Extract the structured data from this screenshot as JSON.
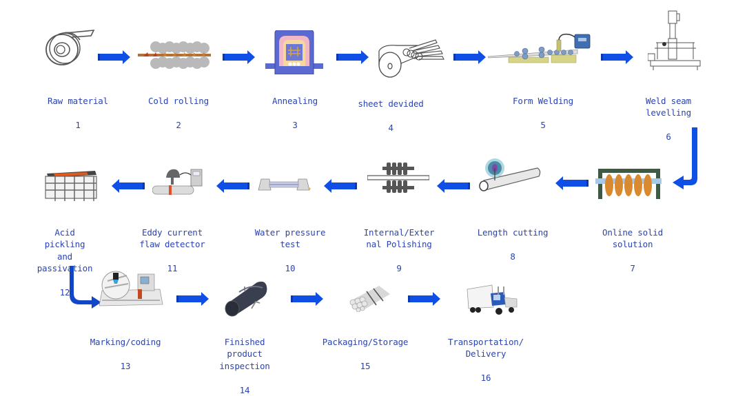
{
  "title": "Stainless steel welded pipe production process",
  "colors": {
    "arrow": "#0f4fe6",
    "label": "#2a44b0"
  },
  "steps": [
    {
      "num": "1",
      "label": "Raw material",
      "icon": "steel-coil-icon"
    },
    {
      "num": "2",
      "label": "Cold rolling",
      "icon": "cold-rolling-mill-icon"
    },
    {
      "num": "3",
      "label": "Annealing",
      "icon": "annealing-furnace-icon"
    },
    {
      "num": "4",
      "label": "sheet devided",
      "icon": "slitting-machine-icon"
    },
    {
      "num": "5",
      "label": "Form Welding",
      "icon": "forming-welding-machine-icon"
    },
    {
      "num": "6",
      "label": "Weld seam\nlevelling",
      "icon": "weld-levelling-machine-icon"
    },
    {
      "num": "7",
      "label": "Online solid\nsolution",
      "icon": "solution-furnace-icon"
    },
    {
      "num": "8",
      "label": "Length cutting",
      "icon": "cutting-saw-icon"
    },
    {
      "num": "9",
      "label": "Internal/Exter\nnal Polishing",
      "icon": "polishing-machine-icon"
    },
    {
      "num": "10",
      "label": "Water pressure\ntest",
      "icon": "hydro-test-machine-icon"
    },
    {
      "num": "11",
      "label": "Eddy current\nflaw detector",
      "icon": "eddy-current-detector-icon"
    },
    {
      "num": "12",
      "label": "Acid\npickling\nand\npassivation",
      "icon": "pickling-tank-icon"
    },
    {
      "num": "13",
      "label": "Marking/coding",
      "icon": "marking-machine-icon"
    },
    {
      "num": "14",
      "label": "Finished\nproduct\ninspection",
      "icon": "finished-pipe-icon"
    },
    {
      "num": "15",
      "label": "Packaging/Storage",
      "icon": "pipe-bundle-icon"
    },
    {
      "num": "16",
      "label": "Transportation/\nDelivery",
      "icon": "truck-icon"
    }
  ]
}
